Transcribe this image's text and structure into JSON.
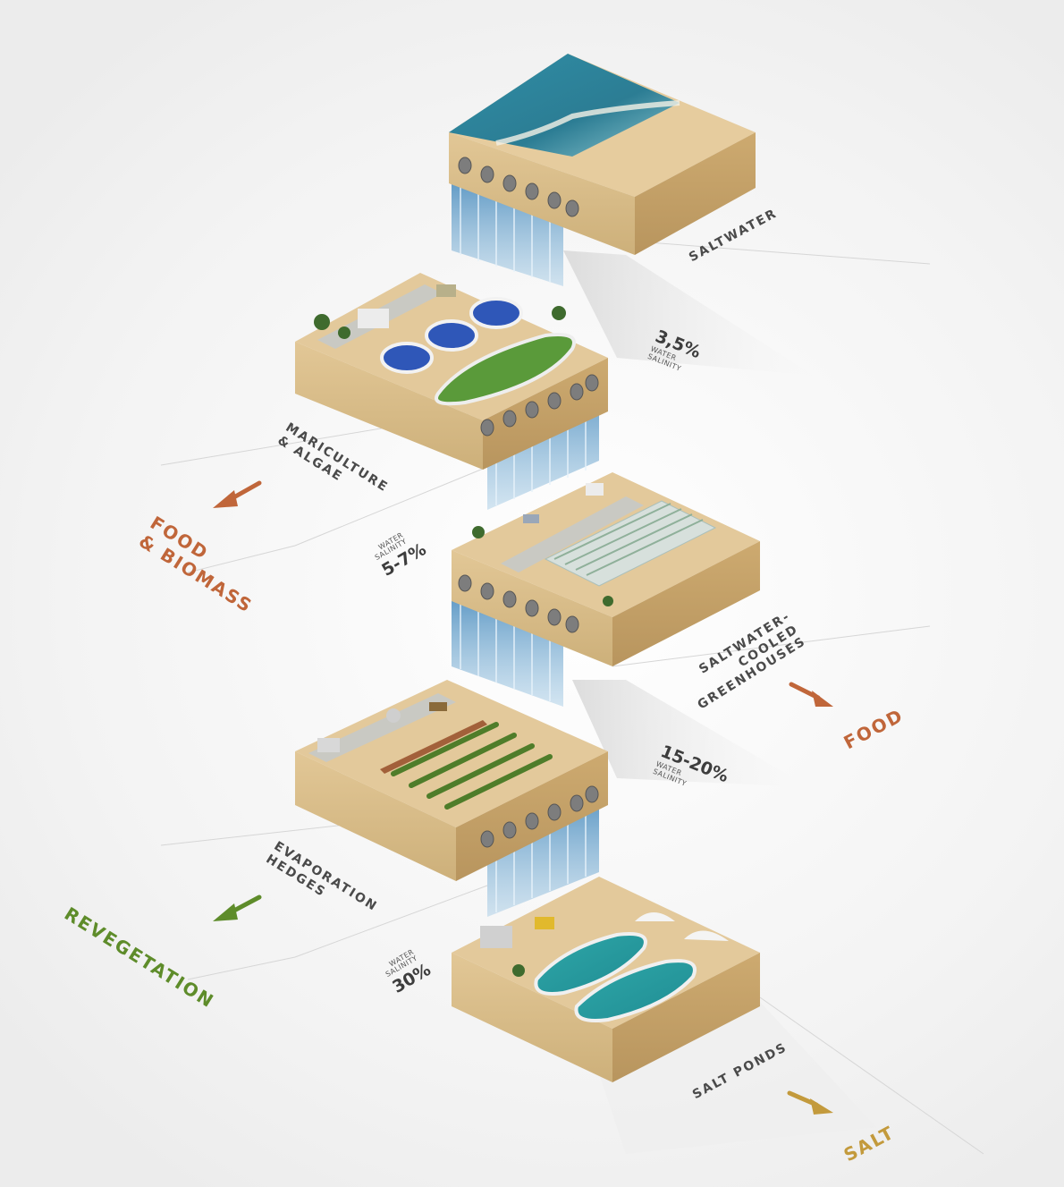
{
  "stages": [
    {
      "id": "saltwater",
      "label": "SALTWATER",
      "salinity_value": "3,5%",
      "salinity_label_line1": "WATER",
      "salinity_label_line2": "SALINITY"
    },
    {
      "id": "mariculture",
      "label_line1": "MARICULTURE",
      "label_line2": "& ALGAE",
      "salinity_value": "5-7%",
      "salinity_label_line1": "WATER",
      "salinity_label_line2": "SALINITY",
      "output_line1": "FOOD",
      "output_line2": "& BIOMASS"
    },
    {
      "id": "greenhouses",
      "label_line1": "SALTWATER-",
      "label_line2": "COOLED",
      "label_line3": "GREENHOUSES",
      "salinity_value": "15-20%",
      "salinity_label_line1": "WATER",
      "salinity_label_line2": "SALINITY",
      "output": "FOOD"
    },
    {
      "id": "hedges",
      "label_line1": "EVAPORATION",
      "label_line2": "HEDGES",
      "salinity_value": "30%",
      "salinity_label_line1": "WATER",
      "salinity_label_line2": "SALINITY",
      "output": "REVEGETATION"
    },
    {
      "id": "salt-ponds",
      "label": "SALT PONDS",
      "output": "SALT"
    }
  ],
  "colors": {
    "sand_top": "#e3c99b",
    "sand_side_left": "#dcbf8c",
    "sand_side_right": "#c7a46c",
    "sea": "#2a7f96",
    "water_fall": "#5f9fc8",
    "food_output": "#c0663a",
    "revegetation_output": "#5e8c2a",
    "salt_output": "#c39a3c",
    "label_text": "#4a4a4a"
  }
}
